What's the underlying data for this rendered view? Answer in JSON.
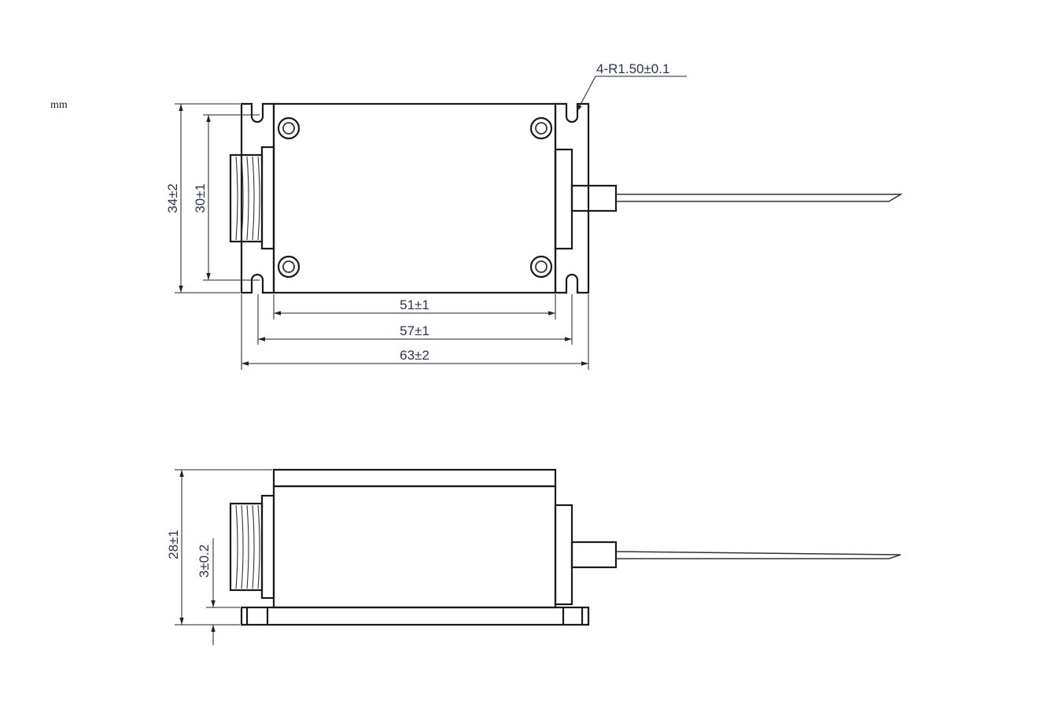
{
  "unit": "mm",
  "top_view": {
    "dims": {
      "height_outer": "34±2",
      "height_slots": "30±1",
      "width_body": "51±1",
      "width_slots": "57±1",
      "width_outer": "63±2"
    },
    "corner_radius_note": "4-R1.50±0.1"
  },
  "side_view": {
    "dims": {
      "height_total": "28±1",
      "base_thickness": "3±0.2"
    }
  }
}
